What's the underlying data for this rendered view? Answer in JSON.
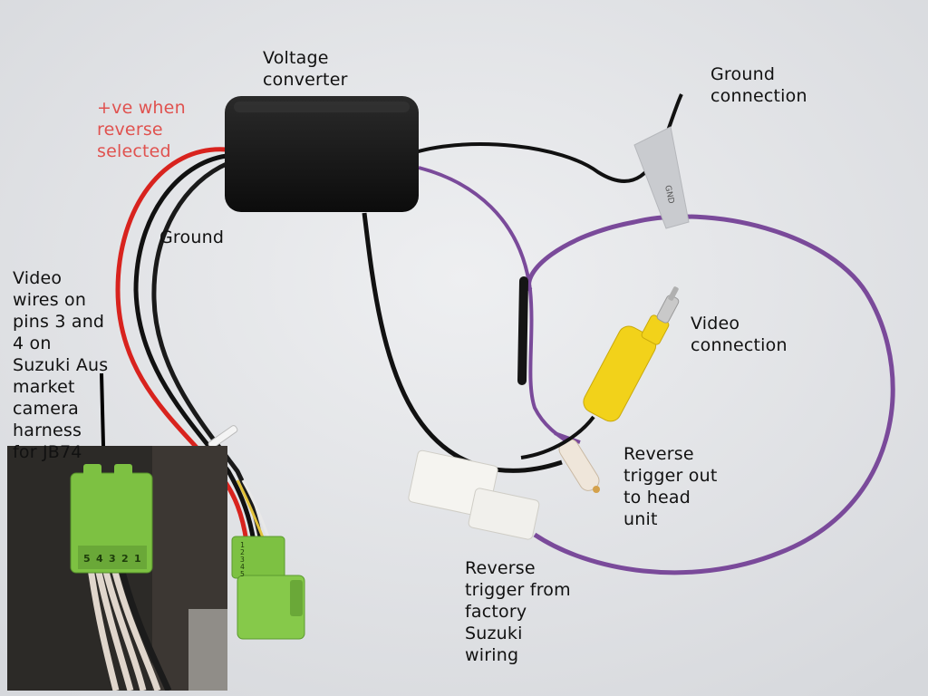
{
  "labels": {
    "voltage_converter": "Voltage\nconverter",
    "ground_connection": "Ground\nconnection",
    "positive_reverse": "+ve when\nreverse\nselected",
    "ground": "Ground",
    "video_wires_note": "Video\nwires on\npins 3 and\n4 on\nSuzuki Aus\nmarket\ncamera\nharness\nfor JB74",
    "video_connection": "Video\nconnection",
    "reverse_trigger_out": "Reverse\ntrigger out\nto head\nunit",
    "reverse_trigger_from": "Reverse\ntrigger from\nfactory\nSuzuki\nwiring"
  },
  "tape_text": "GND",
  "connector_pins": [
    "1",
    "2",
    "3",
    "4",
    "5"
  ],
  "inset_pins": [
    "5",
    "4",
    "3",
    "2",
    "1"
  ],
  "colors": {
    "background": "#e6e7ea",
    "wire_red": "#d8231e",
    "wire_black": "#111111",
    "wire_purple": "#7a4a9a",
    "rca_yellow": "#f2d21a",
    "connector_green": "#7dc142",
    "annotation_red": "#e0524f"
  }
}
